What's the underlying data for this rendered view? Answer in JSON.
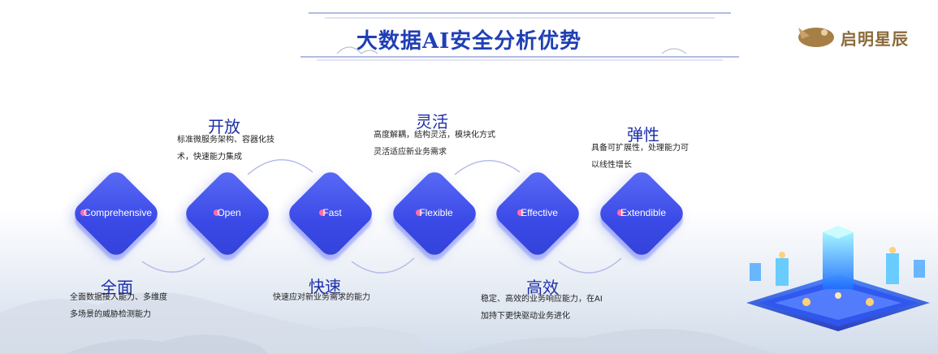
{
  "title": "大数据AI安全分析优势",
  "logo": {
    "text": "启明星辰",
    "icon": "venus-logo-icon"
  },
  "colors": {
    "accent": "#1f3fb5",
    "diamond": "#3a49e6",
    "dot": "#ff6fa8"
  },
  "features": [
    {
      "label": "Comprehensive",
      "heading": "全面",
      "desc": [
        "全面数据接入能力、多维度",
        "多场景的威胁检测能力"
      ]
    },
    {
      "label": "Open",
      "heading": "开放",
      "desc": [
        "标准微服务架构、容器化技",
        "术，快速能力集成"
      ]
    },
    {
      "label": "Fast",
      "heading": "快速",
      "desc": [
        "快速应对新业务需求的能力"
      ]
    },
    {
      "label": "Flexible",
      "heading": "灵活",
      "desc": [
        "高度解耦，结构灵活，模块化方式",
        "灵活适应新业务需求"
      ]
    },
    {
      "label": "Effective",
      "heading": "高效",
      "desc": [
        "稳定、高效的业务响应能力，在AI",
        "加持下更快驱动业务进化"
      ]
    },
    {
      "label": "Extendible",
      "heading": "弹性",
      "desc": [
        "具备可扩展性，处理能力可",
        "以线性增长"
      ]
    }
  ]
}
